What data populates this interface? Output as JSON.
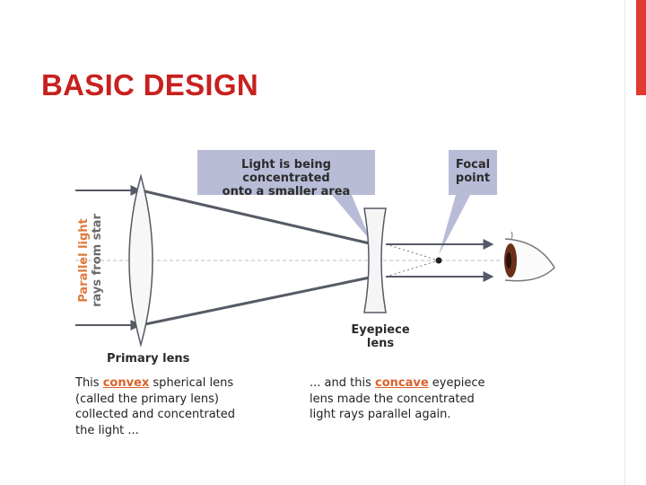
{
  "slide": {
    "title": "BASIC DESIGN"
  },
  "diagram": {
    "callouts": {
      "concentrated": [
        "Light is being concentrated",
        "onto a smaller area"
      ],
      "focal": [
        "Focal",
        "point"
      ]
    },
    "side_label": [
      "Parallel light",
      "rays from star"
    ],
    "primary_lens_label": "Primary lens",
    "eyepiece_label": [
      "Eyepiece",
      "lens"
    ],
    "caption_left": {
      "pre": "This ",
      "highlight": "convex",
      "post": " spherical lens",
      "lines": [
        "(called the primary lens)",
        "collected and concentrated",
        "the light ..."
      ]
    },
    "caption_right": {
      "pre": "... and this ",
      "highlight": "concave",
      "post": " eyepiece",
      "lines": [
        "lens made the concentrated",
        "light rays parallel again."
      ]
    },
    "colors": {
      "accent": "#e03a31",
      "title": "#c8201e",
      "callout_bg": "#b8bcd6",
      "highlight": "#d9622b",
      "ray": "#555a66"
    }
  }
}
